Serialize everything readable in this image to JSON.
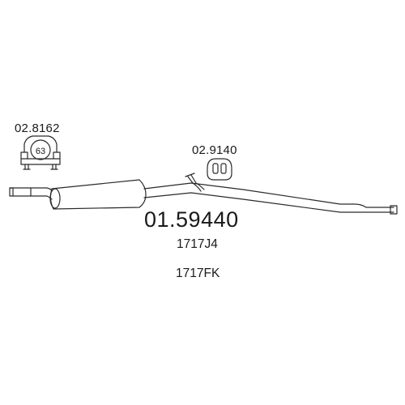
{
  "part": {
    "number": "01.59440",
    "oem_codes": [
      "1717J4",
      "1717FK"
    ]
  },
  "accessories": {
    "clamp": {
      "ref": "02.8162",
      "size": "63"
    },
    "hanger": {
      "ref": "02.9140"
    }
  },
  "colors": {
    "line": "#2a2a2a",
    "fill": "#ffffff"
  }
}
